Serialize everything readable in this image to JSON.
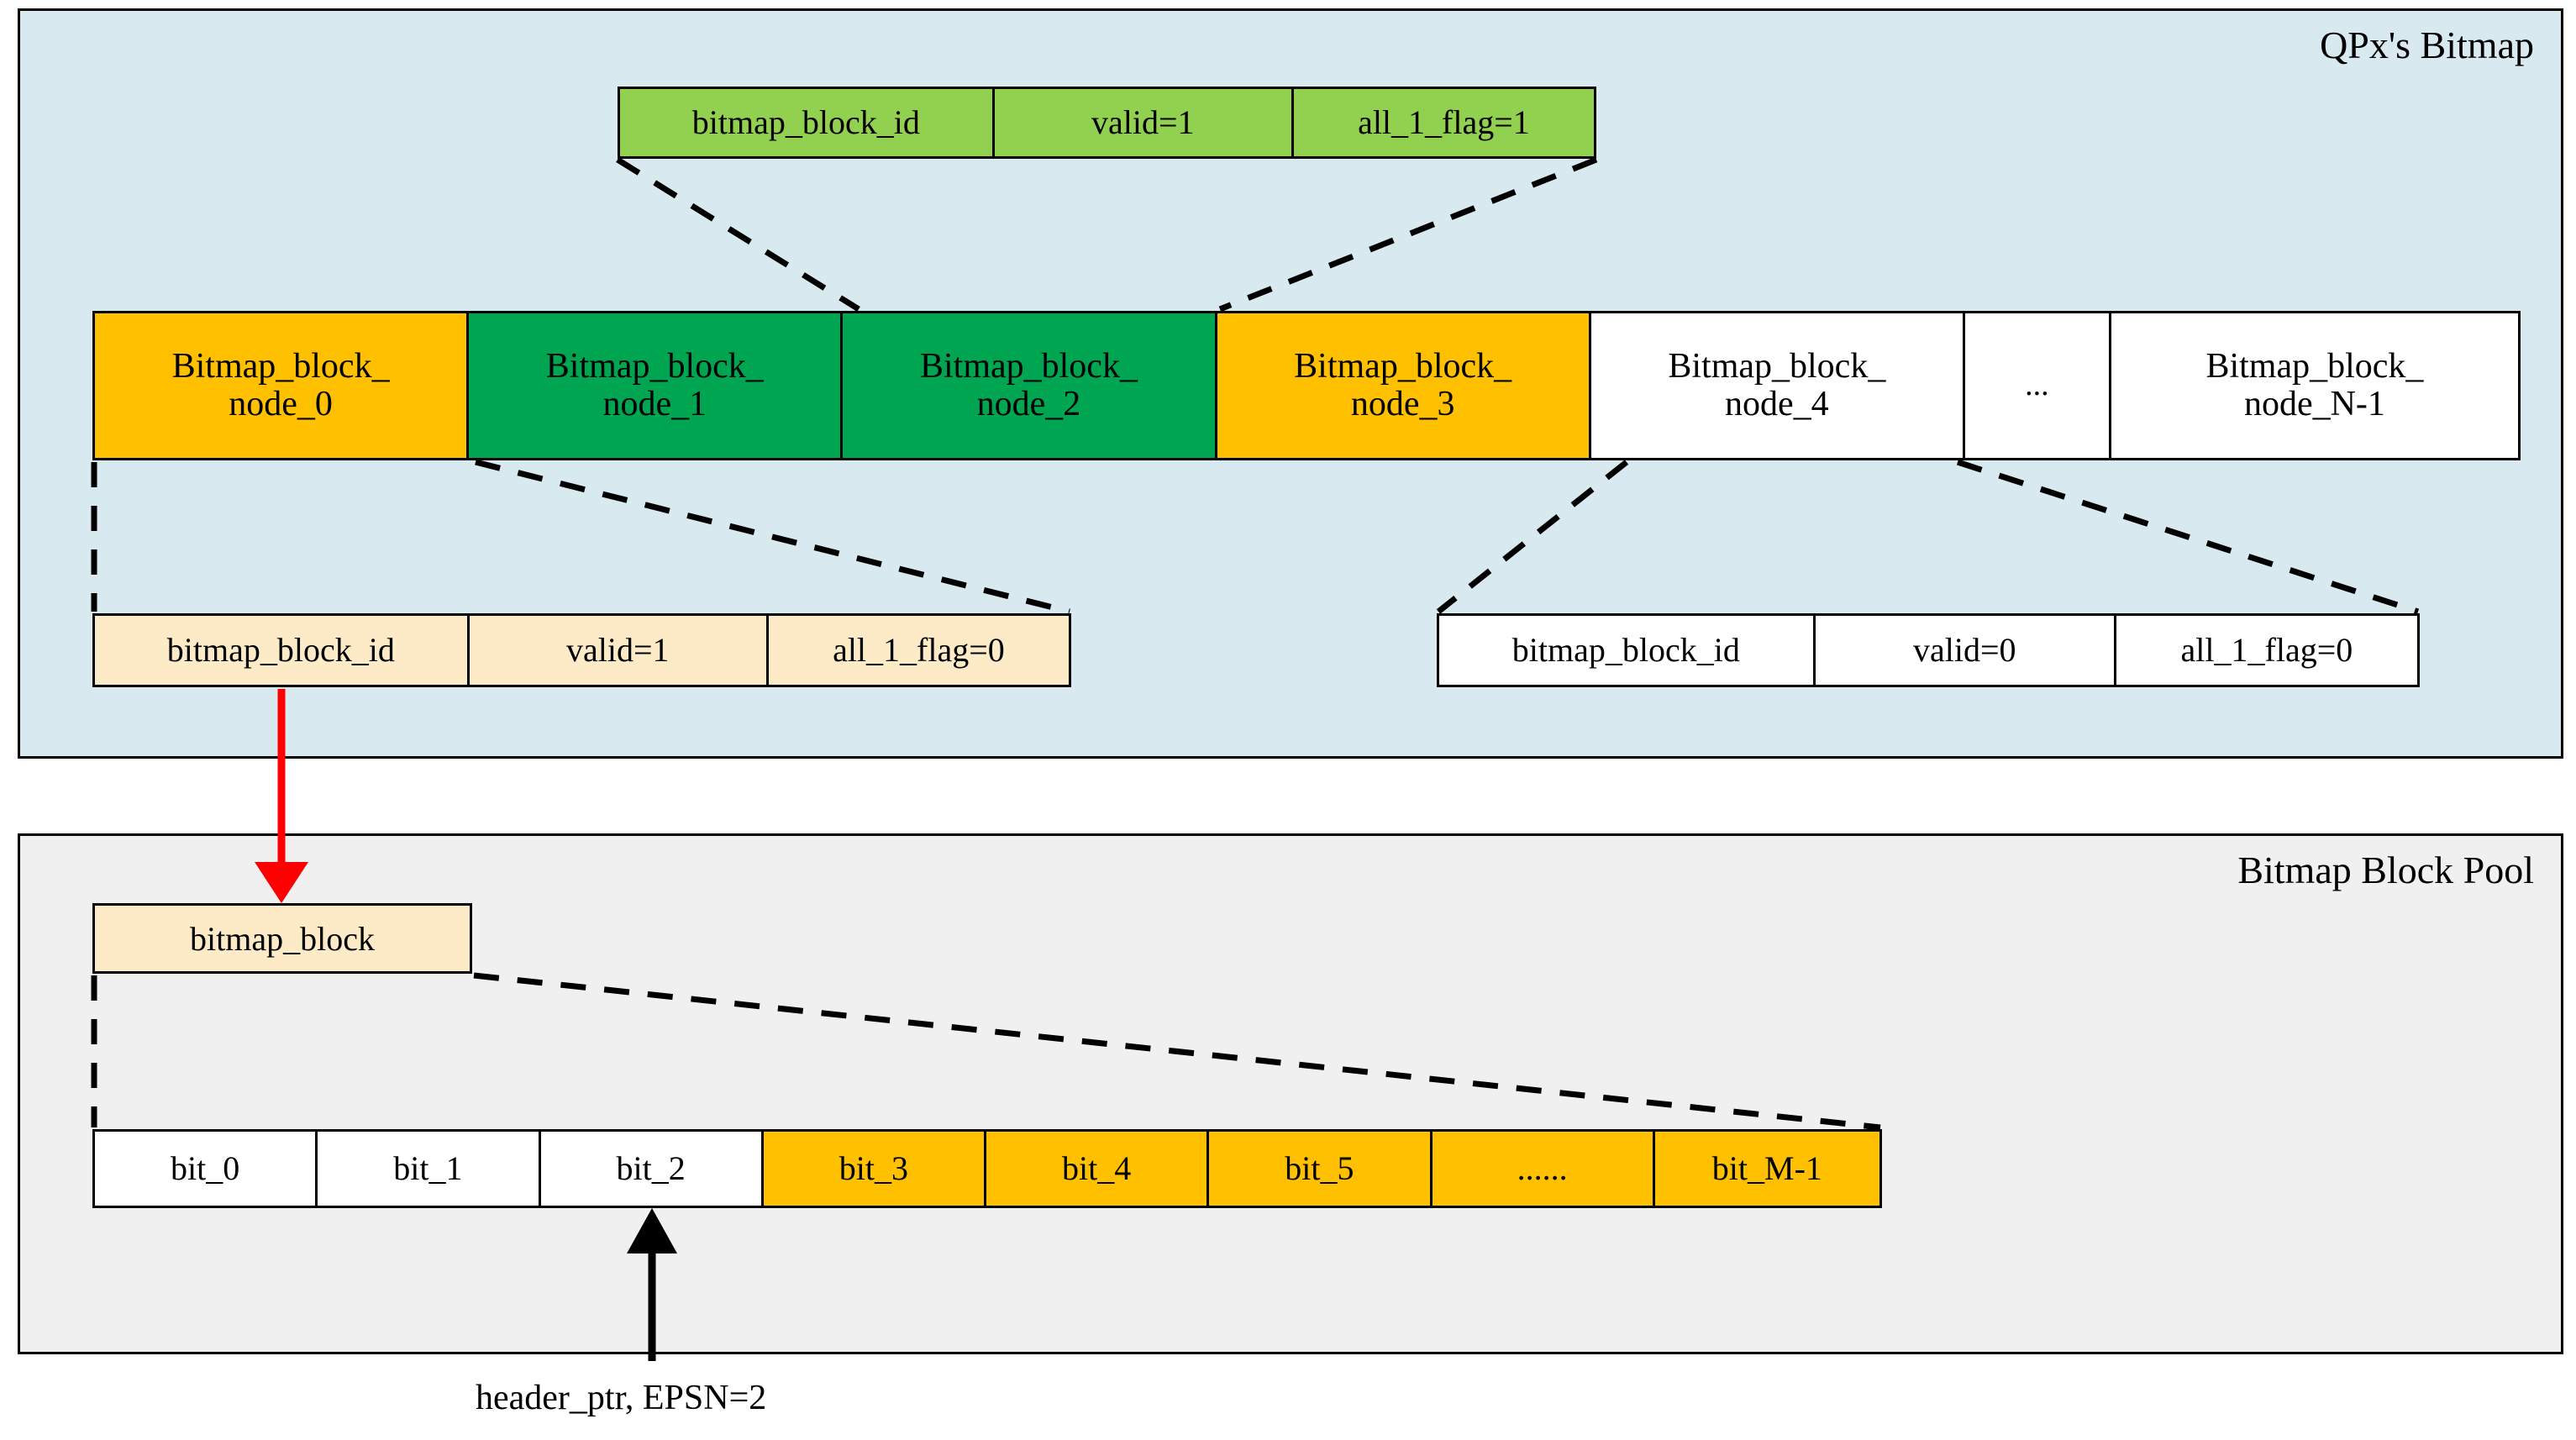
{
  "panels": {
    "bitmap": {
      "title": "QPx's Bitmap",
      "bg": "#d9e9f0"
    },
    "pool": {
      "title": "Bitmap Block Pool",
      "bg": "#f0f0f0"
    }
  },
  "colors": {
    "green_light": "#92d050",
    "green_dark": "#00a551",
    "orange": "#ffc000",
    "cream": "#fdebc8",
    "white": "#ffffff",
    "red_arrow": "#ff0000",
    "black": "#000000"
  },
  "green_header_record": {
    "fields": [
      {
        "label": "bitmap_block_id"
      },
      {
        "label": "valid=1"
      },
      {
        "label": "all_1_flag=1"
      }
    ]
  },
  "node_row": {
    "cells": [
      {
        "label": "Bitmap_block_\nnode_0",
        "color": "orange"
      },
      {
        "label": "Bitmap_block_\nnode_1",
        "color": "green_dark"
      },
      {
        "label": "Bitmap_block_\nnode_2",
        "color": "green_dark"
      },
      {
        "label": "Bitmap_block_\nnode_3",
        "color": "orange"
      },
      {
        "label": "Bitmap_block_\nnode_4",
        "color": "white"
      },
      {
        "label": "...",
        "color": "white"
      },
      {
        "label": "Bitmap_block_\nnode_N-1",
        "color": "white"
      }
    ]
  },
  "detail_left_record": {
    "fields": [
      {
        "label": "bitmap_block_id"
      },
      {
        "label": "valid=1"
      },
      {
        "label": "all_1_flag=0"
      }
    ]
  },
  "detail_right_record": {
    "fields": [
      {
        "label": "bitmap_block_id"
      },
      {
        "label": "valid=0"
      },
      {
        "label": "all_1_flag=0"
      }
    ]
  },
  "bitmap_block_box": {
    "label": "bitmap_block"
  },
  "bit_row": {
    "cells": [
      {
        "label": "bit_0",
        "color": "white"
      },
      {
        "label": "bit_1",
        "color": "white"
      },
      {
        "label": "bit_2",
        "color": "white"
      },
      {
        "label": "bit_3",
        "color": "orange"
      },
      {
        "label": "bit_4",
        "color": "orange"
      },
      {
        "label": "bit_5",
        "color": "orange"
      },
      {
        "label": "......",
        "color": "orange"
      },
      {
        "label": "bit_M-1",
        "color": "orange"
      }
    ]
  },
  "annotations": {
    "header_ptr": "header_ptr, EPSN=2"
  }
}
